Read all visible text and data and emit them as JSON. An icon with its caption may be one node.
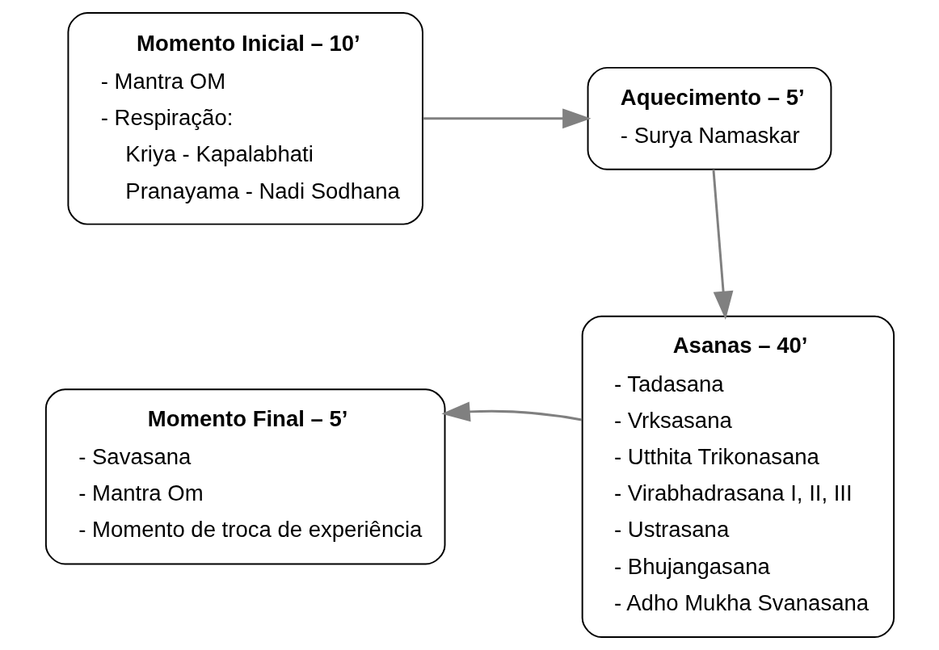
{
  "diagram": {
    "nodes": [
      {
        "text": [
          "Momento Inicial – 10’",
          "- Mantra OM",
          "- Respiração:",
          "Kriya - Kapalabhati",
          "Pranayama - Nadi Sodhana"
        ]
      },
      {
        "text": [
          "Aquecimento – 5’",
          "- Surya Namaskar"
        ]
      },
      {
        "text": [
          "Asanas – 40’",
          "- Tadasana",
          "- Vrksasana",
          "- Utthita Trikonasana",
          "- Virabhadrasana I, II, III",
          "- Ustrasana",
          "- Bhujangasana",
          "- Adho Mukha Svanasana"
        ]
      },
      {
        "text": [
          "Momento Final – 5’",
          "- Savasana",
          "- Mantra Om",
          "- Momento de troca de experiência"
        ]
      }
    ],
    "edges": [
      {
        "from": 0,
        "to": 1,
        "arrow": "to"
      },
      {
        "from": 1,
        "to": 2,
        "arrow": "to"
      },
      {
        "from": 2,
        "to": 3,
        "arrow": "to"
      }
    ]
  }
}
